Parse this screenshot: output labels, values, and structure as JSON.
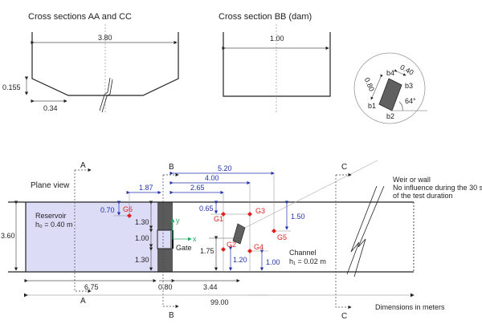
{
  "cross_section_aa_cc": {
    "title": "Cross sections AA and CC",
    "width": "3.80",
    "bank_height": "0.155",
    "bank_width": "0.34"
  },
  "cross_section_bb": {
    "title": "Cross section BB (dam)",
    "width": "1.00"
  },
  "obstacle_detail": {
    "length": "0.80",
    "width": "0.40",
    "angle": "64°",
    "corners": [
      "b1",
      "b2",
      "b3",
      "b4"
    ]
  },
  "plane_view": {
    "title": "Plane view",
    "reservoir_label": "Reservoir",
    "reservoir_depth": "h₀ = 0.40 m",
    "channel_label": "Channel",
    "channel_depth": "h₁ = 0.02 m",
    "gate_label": "Gate",
    "axis_x": "x",
    "axis_y": "y",
    "weir_note": [
      "Weir or wall",
      "No influence during the 30 s",
      "of the test duration"
    ],
    "units_note": "Dimensions in meters",
    "sections": {
      "a": "A",
      "b": "B",
      "c": "C"
    },
    "dimensions": {
      "width": "3.60",
      "reservoir_length": "6.75",
      "dam_thickness": "0.80",
      "obstacle_x": "3.44",
      "total_length": "99.00",
      "dam_upper": "1.30",
      "gate_width": "1.00",
      "dam_lower": "1.30",
      "obstacle_y": "1.75",
      "g6_x": "1.87",
      "g6_y": "0.70",
      "g1_x": "2.65",
      "g1_y": "0.65",
      "g3_x": "4.00",
      "g5_x": "5.20",
      "g5_y": "1.50",
      "g2_y": "1.20",
      "g4_y": "1.00"
    },
    "gauges": [
      "G1",
      "G2",
      "G3",
      "G4",
      "G5",
      "G6"
    ]
  },
  "colors": {
    "reservoir_fill": "#dcdcf7",
    "dam_fill": "#5a5a5a",
    "gauge_color": "#dd2222",
    "dimension_blue": "#2233aa",
    "axis_green": "#22aa66"
  }
}
